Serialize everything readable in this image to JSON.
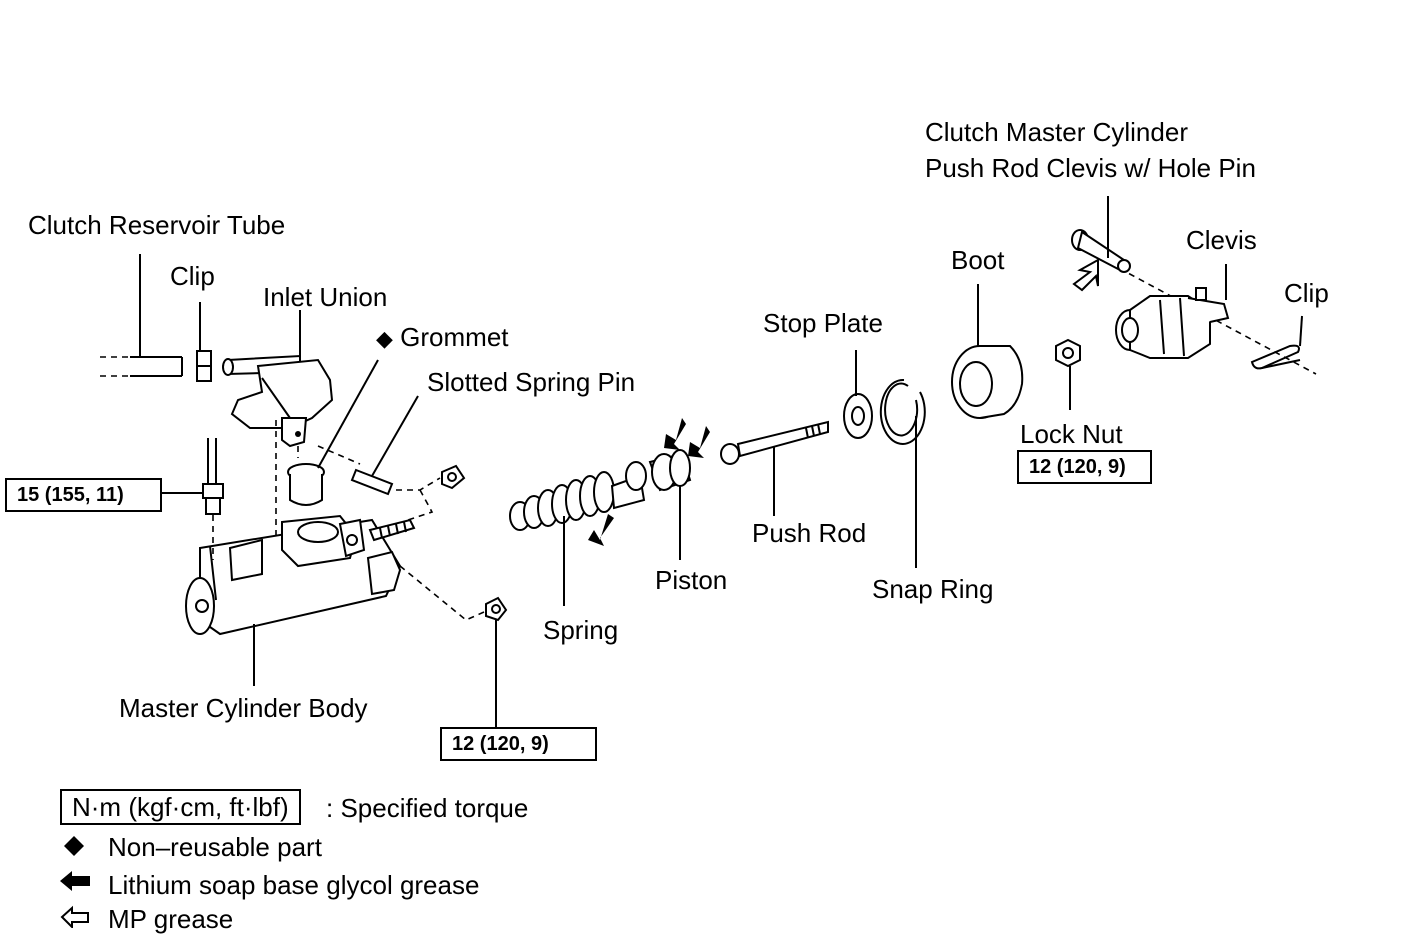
{
  "labels": {
    "clutch_master_cylinder_line1": "Clutch Master Cylinder",
    "clutch_master_cylinder_line2": "Push Rod Clevis w/ Hole Pin",
    "clutch_reservoir_tube": "Clutch Reservoir Tube",
    "clip_left": "Clip",
    "inlet_union": "Inlet Union",
    "grommet": "Grommet",
    "slotted_spring_pin": "Slotted Spring Pin",
    "stop_plate": "Stop Plate",
    "boot": "Boot",
    "clevis": "Clevis",
    "clip_right": "Clip",
    "lock_nut": "Lock Nut",
    "push_rod": "Push Rod",
    "snap_ring": "Snap Ring",
    "piston": "Piston",
    "spring": "Spring",
    "master_cylinder_body": "Master Cylinder Body"
  },
  "torques": {
    "outlet_fitting": "15 (155, 11)",
    "mounting_nut": "12 (120, 9)",
    "lock_nut": "12 (120, 9)"
  },
  "legend": {
    "unit_box": "N·m (kgf·cm, ft·lbf)",
    "unit_desc": ": Specified torque",
    "non_reusable": "Non–reusable part",
    "lithium_grease": "Lithium soap base glycol grease",
    "mp_grease": "MP grease"
  },
  "symbols": {
    "non_reusable": "diamond-icon",
    "lithium_grease": "filled-arrow-icon",
    "mp_grease": "outline-arrow-icon"
  }
}
